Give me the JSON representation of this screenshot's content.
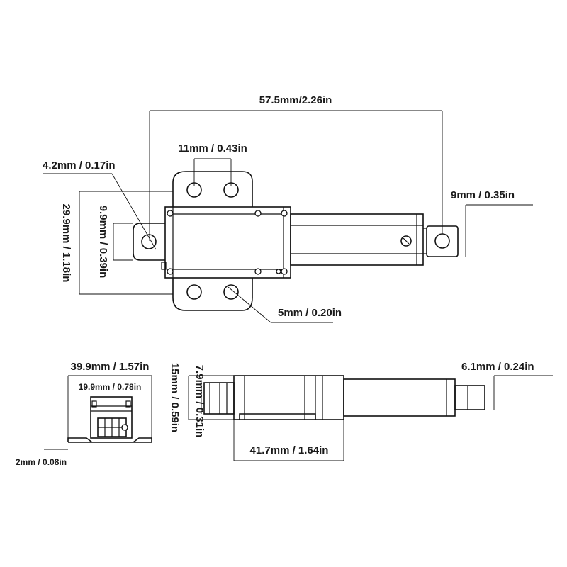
{
  "dimensions": {
    "overall_length": "57.5mm/2.26in",
    "hole_spacing": "11mm / 0.43in",
    "hole_diameter": "4.2mm / 0.17in",
    "rod_end_width": "9mm / 0.35in",
    "mount_height": "29.9mm / 1.18in",
    "tab_width": "9.9mm / 0.39in",
    "mount_hole": "5mm / 0.20in",
    "base_width": "39.9mm / 1.57in",
    "inner_width": "19.9mm / 0.78in",
    "plate_thickness": "2mm / 0.08in",
    "body_height": "15mm / 0.59in",
    "rear_end_height": "7.9mm / 0.31in",
    "rod_diameter": "6.1mm / 0.24in",
    "body_length": "41.7mm / 1.64in"
  }
}
